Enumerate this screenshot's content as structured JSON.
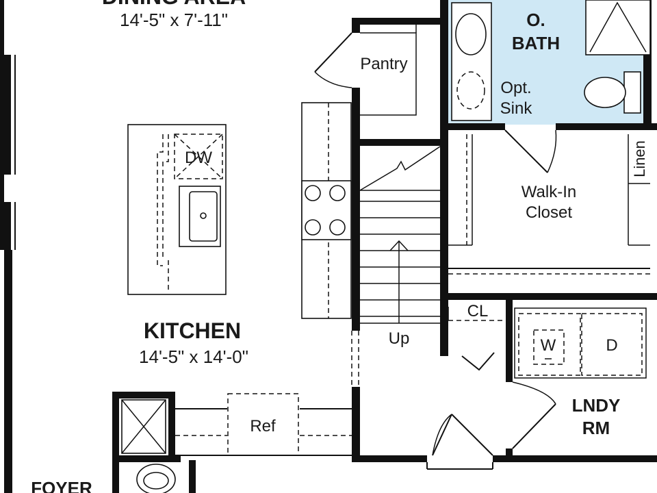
{
  "colors": {
    "bath_fill": "#cfe8f5",
    "wall": "#111111",
    "background": "#ffffff"
  },
  "rooms": {
    "dining": {
      "name": "DINING AREA",
      "dims": "14'-5\" x 7'-11\""
    },
    "kitchen": {
      "name": "KITCHEN",
      "dims": "14'-5\" x 14'-0\""
    },
    "pantry": {
      "name": "Pantry"
    },
    "bath": {
      "name_line1": "O.",
      "name_line2": "BATH"
    },
    "opt_sink": {
      "line1": "Opt.",
      "line2": "Sink"
    },
    "closet": {
      "line1": "Walk-In",
      "line2": "Closet"
    },
    "linen": {
      "name": "Linen"
    },
    "cl": {
      "name": "CL"
    },
    "laundry": {
      "line1": "LNDY",
      "line2": "RM"
    },
    "foyer": {
      "name": "FOYER"
    }
  },
  "fixtures": {
    "dishwasher": "DW",
    "refrigerator": "Ref",
    "washer": "W",
    "dryer": "D",
    "stairs": "Up"
  }
}
